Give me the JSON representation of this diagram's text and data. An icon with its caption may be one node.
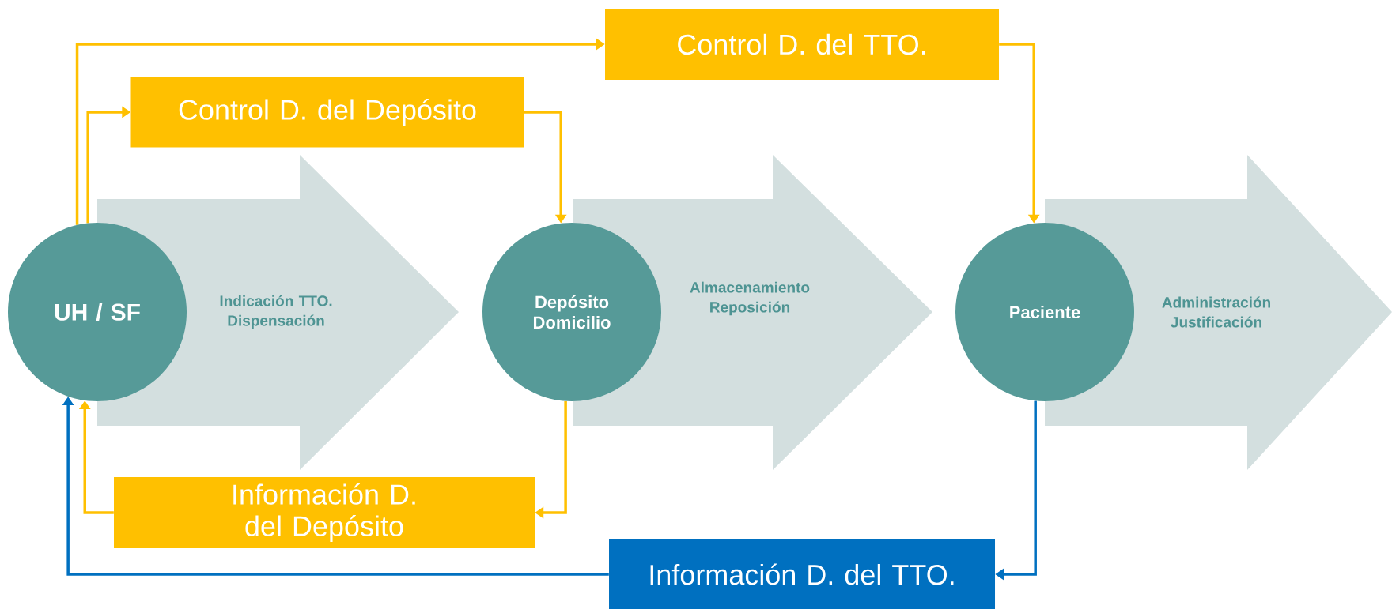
{
  "diagram": {
    "nodes": [
      {
        "text": [
          "Control D. del TTO."
        ]
      },
      {
        "text": [
          "Control D. del Depósito"
        ]
      },
      {
        "text": [
          "UH / SF"
        ]
      },
      {
        "text": [
          "Indicación TTO. Dispensación"
        ]
      },
      {
        "text": [
          "Depósito Domicilio"
        ]
      },
      {
        "text": [
          "Almacenamiento Reposición"
        ]
      },
      {
        "text": [
          "Paciente"
        ]
      },
      {
        "text": [
          "Administración Justificación"
        ]
      },
      {
        "text": [
          "Información D. del Depósito"
        ]
      },
      {
        "text": [
          "Información D. del TTO."
        ]
      }
    ],
    "edges": [
      {
        "from": 2,
        "to": 0,
        "arrow": "to"
      },
      {
        "from": 2,
        "to": 1,
        "arrow": "to"
      },
      {
        "from": 1,
        "to": 4,
        "arrow": "to"
      },
      {
        "from": 0,
        "to": 6,
        "arrow": "to"
      },
      {
        "from": 4,
        "to": 8,
        "arrow": "to"
      },
      {
        "from": 8,
        "to": 2,
        "arrow": "to"
      },
      {
        "from": 6,
        "to": 9,
        "arrow": "to",
        "color": "#0070c0"
      },
      {
        "from": 9,
        "to": 2,
        "arrow": "to",
        "color": "#0070c0"
      }
    ]
  }
}
